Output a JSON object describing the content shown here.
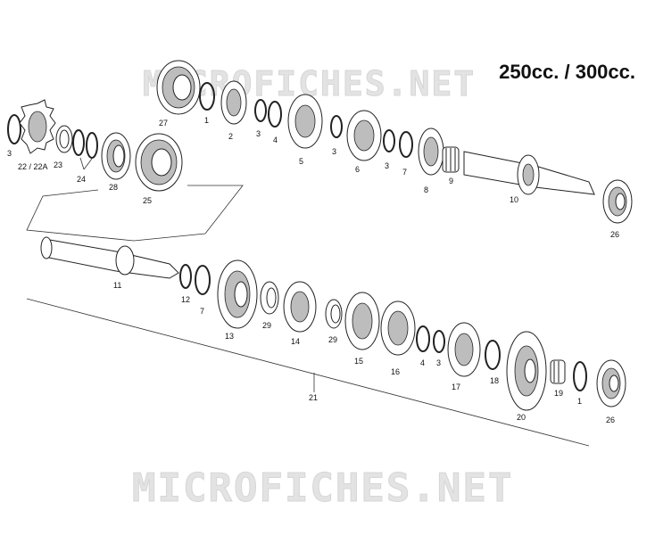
{
  "title": "250cc. / 300cc.",
  "watermarks": [
    "MICROFICHES.NET",
    "MICROFICHES.NET"
  ],
  "colors": {
    "line": "#222222",
    "shade": "#bdbdbd",
    "watermark": "#e3e3e3"
  },
  "parts": {
    "p1a": "1",
    "p1b": "1",
    "p2": "2",
    "p3a": "3",
    "p3b": "3",
    "p3c": "3",
    "p3d": "3",
    "p3e": "3",
    "p4a": "4",
    "p4b": "4",
    "p5": "5",
    "p6": "6",
    "p7a": "7",
    "p7b": "7",
    "p8": "8",
    "p9": "9",
    "p10": "10",
    "p11": "11",
    "p12": "12",
    "p13": "13",
    "p14": "14",
    "p15": "15",
    "p16": "16",
    "p17": "17",
    "p18": "18",
    "p19": "19",
    "p20": "20",
    "p21": "21",
    "p22": "22 / 22A",
    "p23": "23",
    "p24": "24",
    "p25": "25",
    "p26a": "26",
    "p26b": "26",
    "p27": "27",
    "p28": "28",
    "p29a": "29",
    "p29b": "29"
  }
}
